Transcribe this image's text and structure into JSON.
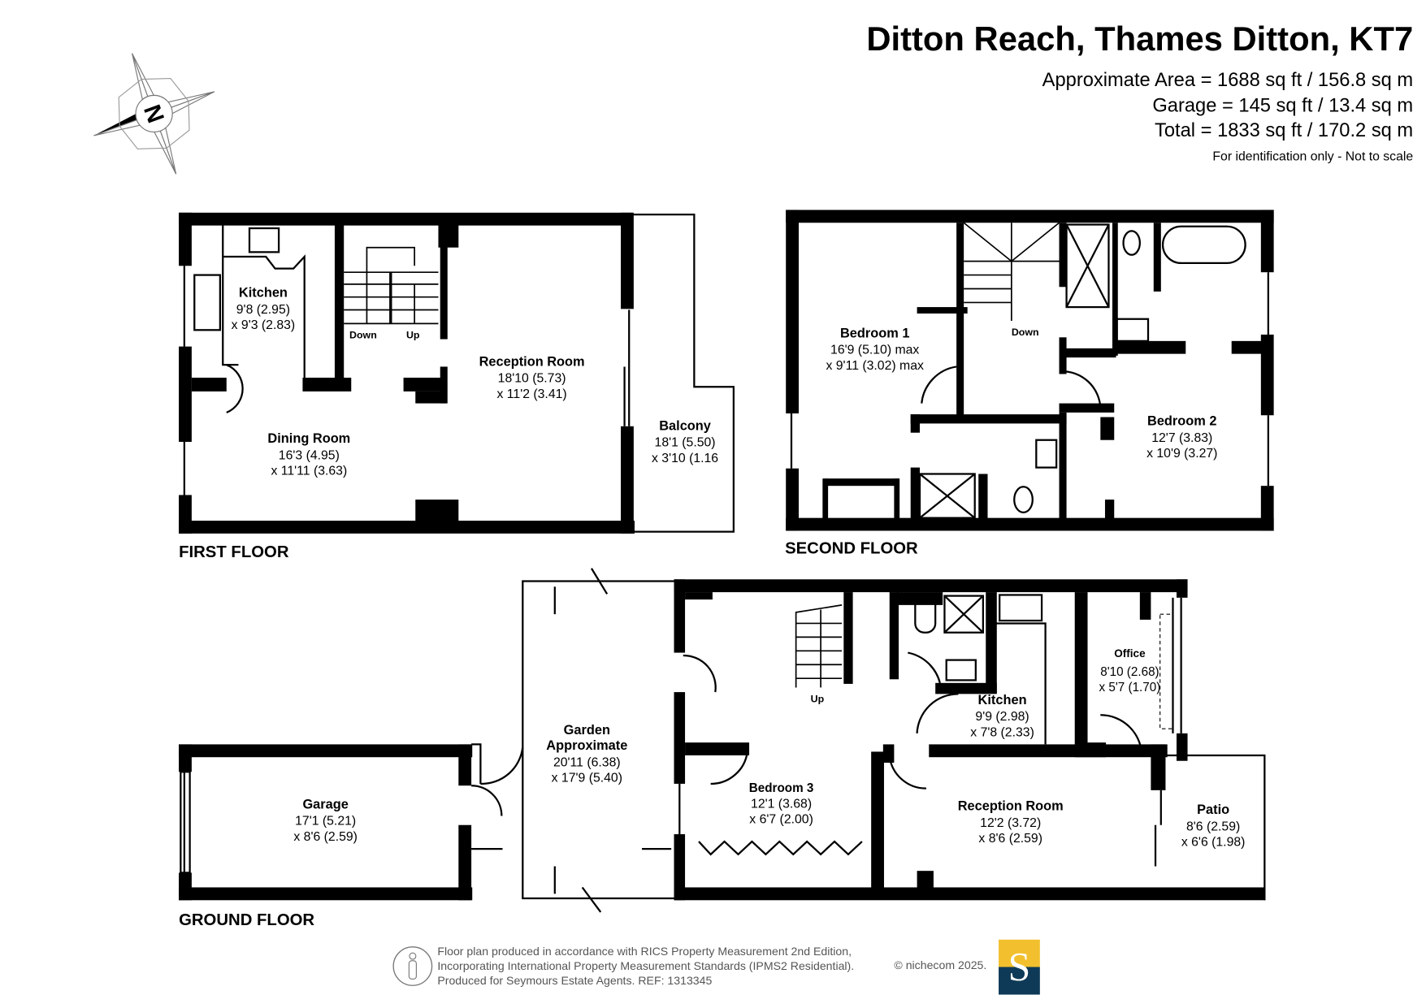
{
  "header": {
    "title": "Ditton Reach, Thames Ditton, KT7",
    "areas": [
      "Approximate Area = 1688 sq ft / 156.8 sq m",
      "Garage = 145 sq ft / 13.4 sq m",
      "Total = 1833 sq ft / 170.2 sq m"
    ],
    "note": "For identification only - Not to scale"
  },
  "compass": {
    "label": "N"
  },
  "first_floor": {
    "label": "FIRST FLOOR",
    "rooms": [
      {
        "name": "Kitchen",
        "dim1": "9'8 (2.95)",
        "dim2": "x 9'3 (2.83)"
      },
      {
        "name": "Dining Room",
        "dim1": "16'3 (4.95)",
        "dim2": "x 11'11 (3.63)"
      },
      {
        "name": "Reception Room",
        "dim1": "18'10 (5.73)",
        "dim2": "x 11'2 (3.41)"
      },
      {
        "name": "Balcony",
        "dim1": "18'1 (5.50)",
        "dim2": "x 3'10 (1.16"
      }
    ],
    "stairs": {
      "down": "Down",
      "up": "Up"
    }
  },
  "second_floor": {
    "label": "SECOND FLOOR",
    "rooms": [
      {
        "name": "Bedroom 1",
        "dim1": "16'9 (5.10) max",
        "dim2": "x 9'11 (3.02) max"
      },
      {
        "name": "Bedroom 2",
        "dim1": "12'7 (3.83)",
        "dim2": "x 10'9 (3.27)"
      }
    ],
    "stairs": {
      "down": "Down"
    }
  },
  "ground_floor": {
    "label": "GROUND FLOOR",
    "rooms": [
      {
        "name": "Garage",
        "dim1": "17'1 (5.21)",
        "dim2": "x 8'6 (2.59)"
      },
      {
        "name": "Garden",
        "name2": "Approximate",
        "dim1": "20'11 (6.38)",
        "dim2": "x 17'9 (5.40)"
      },
      {
        "name": "Bedroom 3",
        "dim1": "12'1 (3.68)",
        "dim2": "x 6'7 (2.00)"
      },
      {
        "name": "Kitchen",
        "dim1": "9'9 (2.98)",
        "dim2": "x 7'8 (2.33)"
      },
      {
        "name": "Office",
        "dim1": "8'10 (2.68)",
        "dim2": "x 5'7 (1.70)"
      },
      {
        "name": "Reception Room",
        "dim1": "12'2 (3.72)",
        "dim2": "x 8'6 (2.59)"
      },
      {
        "name": "Patio",
        "dim1": "8'6 (2.59)",
        "dim2": "x 6'6 (1.98)"
      }
    ],
    "stairs": {
      "up": "Up"
    }
  },
  "footer": {
    "lines": [
      "Floor plan produced in accordance with RICS Property Measurement 2nd Edition,",
      "Incorporating International Property Measurement Standards (IPMS2 Residential).",
      "Produced for Seymours Estate Agents.   REF: 1313345"
    ],
    "copyright": "© nichecom 2025.",
    "logo_letter": "S",
    "logo_colors": {
      "top": "#F2C02E",
      "bottom": "#0E3A57"
    }
  }
}
